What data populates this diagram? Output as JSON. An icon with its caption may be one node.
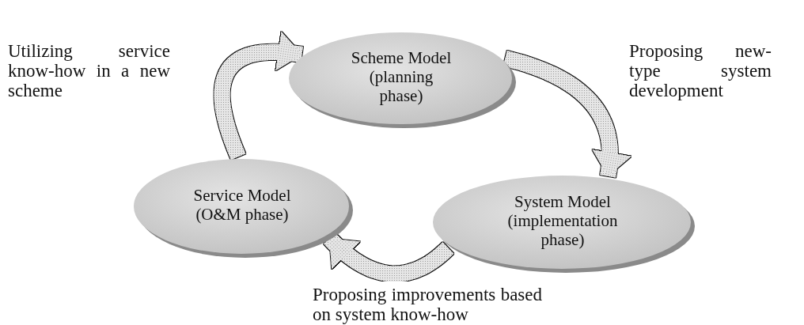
{
  "diagram": {
    "nodes": [
      {
        "text": [
          "Scheme Model (planning phase)"
        ]
      },
      {
        "text": [
          "Service Model (O&M phase)"
        ]
      },
      {
        "text": [
          "System Model (implementation phase)"
        ]
      }
    ],
    "edges": [
      {
        "from": 0,
        "to": 2,
        "arrow": "to",
        "label": "Proposing new-type system development"
      },
      {
        "from": 2,
        "to": 1,
        "arrow": "to",
        "label": "Proposing improvements based on system know-how"
      },
      {
        "from": 1,
        "to": 0,
        "arrow": "to",
        "label": "Utilizing service know-how in a new scheme"
      }
    ]
  }
}
